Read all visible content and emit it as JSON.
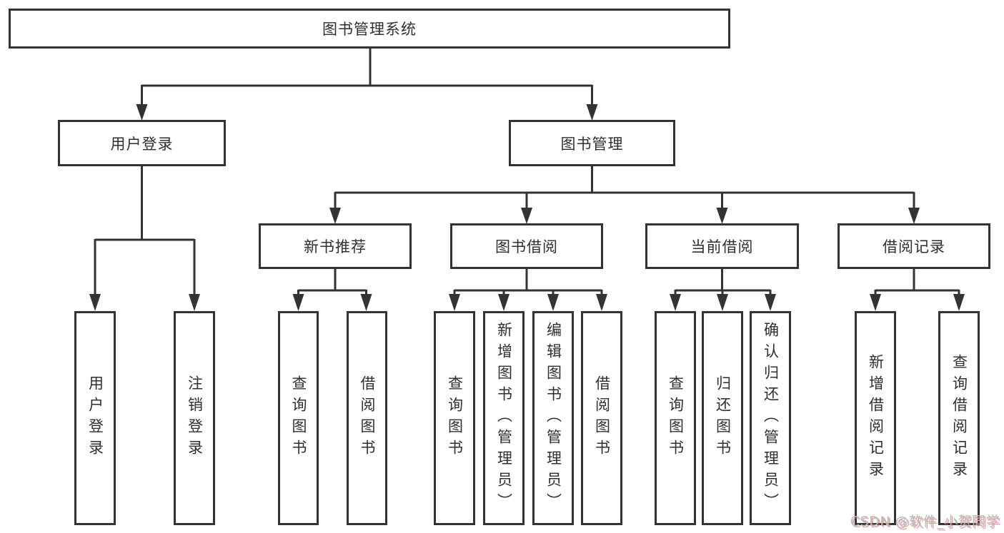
{
  "nodes": {
    "root": {
      "label": "图书管理系统"
    },
    "user_login": {
      "label": "用户登录"
    },
    "book_mgmt": {
      "label": "图书管理"
    },
    "new_book_rec": {
      "label": "新书推荐"
    },
    "book_borrow": {
      "label": "图书借阅"
    },
    "current_borrow": {
      "label": "当前借阅"
    },
    "borrow_record": {
      "label": "借阅记录"
    },
    "leaf_user_login": {
      "label": "用户登录"
    },
    "leaf_logout": {
      "label": "注销登录"
    },
    "leaf_nb_query": {
      "label": "查询图书"
    },
    "leaf_nb_borrow": {
      "label": "借阅图书"
    },
    "leaf_bb_query": {
      "label": "查询图书"
    },
    "leaf_bb_add": {
      "label": "新增图书（管理员）"
    },
    "leaf_bb_edit": {
      "label": "编辑图书（管理员）"
    },
    "leaf_bb_borrow": {
      "label": "借阅图书"
    },
    "leaf_cb_query": {
      "label": "查询图书"
    },
    "leaf_cb_return": {
      "label": "归还图书"
    },
    "leaf_cb_confirm": {
      "label": "确认归还（管理员）"
    },
    "leaf_br_add": {
      "label": "新增借阅记录"
    },
    "leaf_br_query": {
      "label": "查询借阅记录"
    }
  },
  "watermark": {
    "text": "CSDN @软件_小贺同学"
  },
  "colors": {
    "line": "#333333",
    "text": "#2f2f2f",
    "background": "#ffffff",
    "watermark_gray": "#b9babc",
    "watermark_red_shadow": "#d65a50"
  }
}
